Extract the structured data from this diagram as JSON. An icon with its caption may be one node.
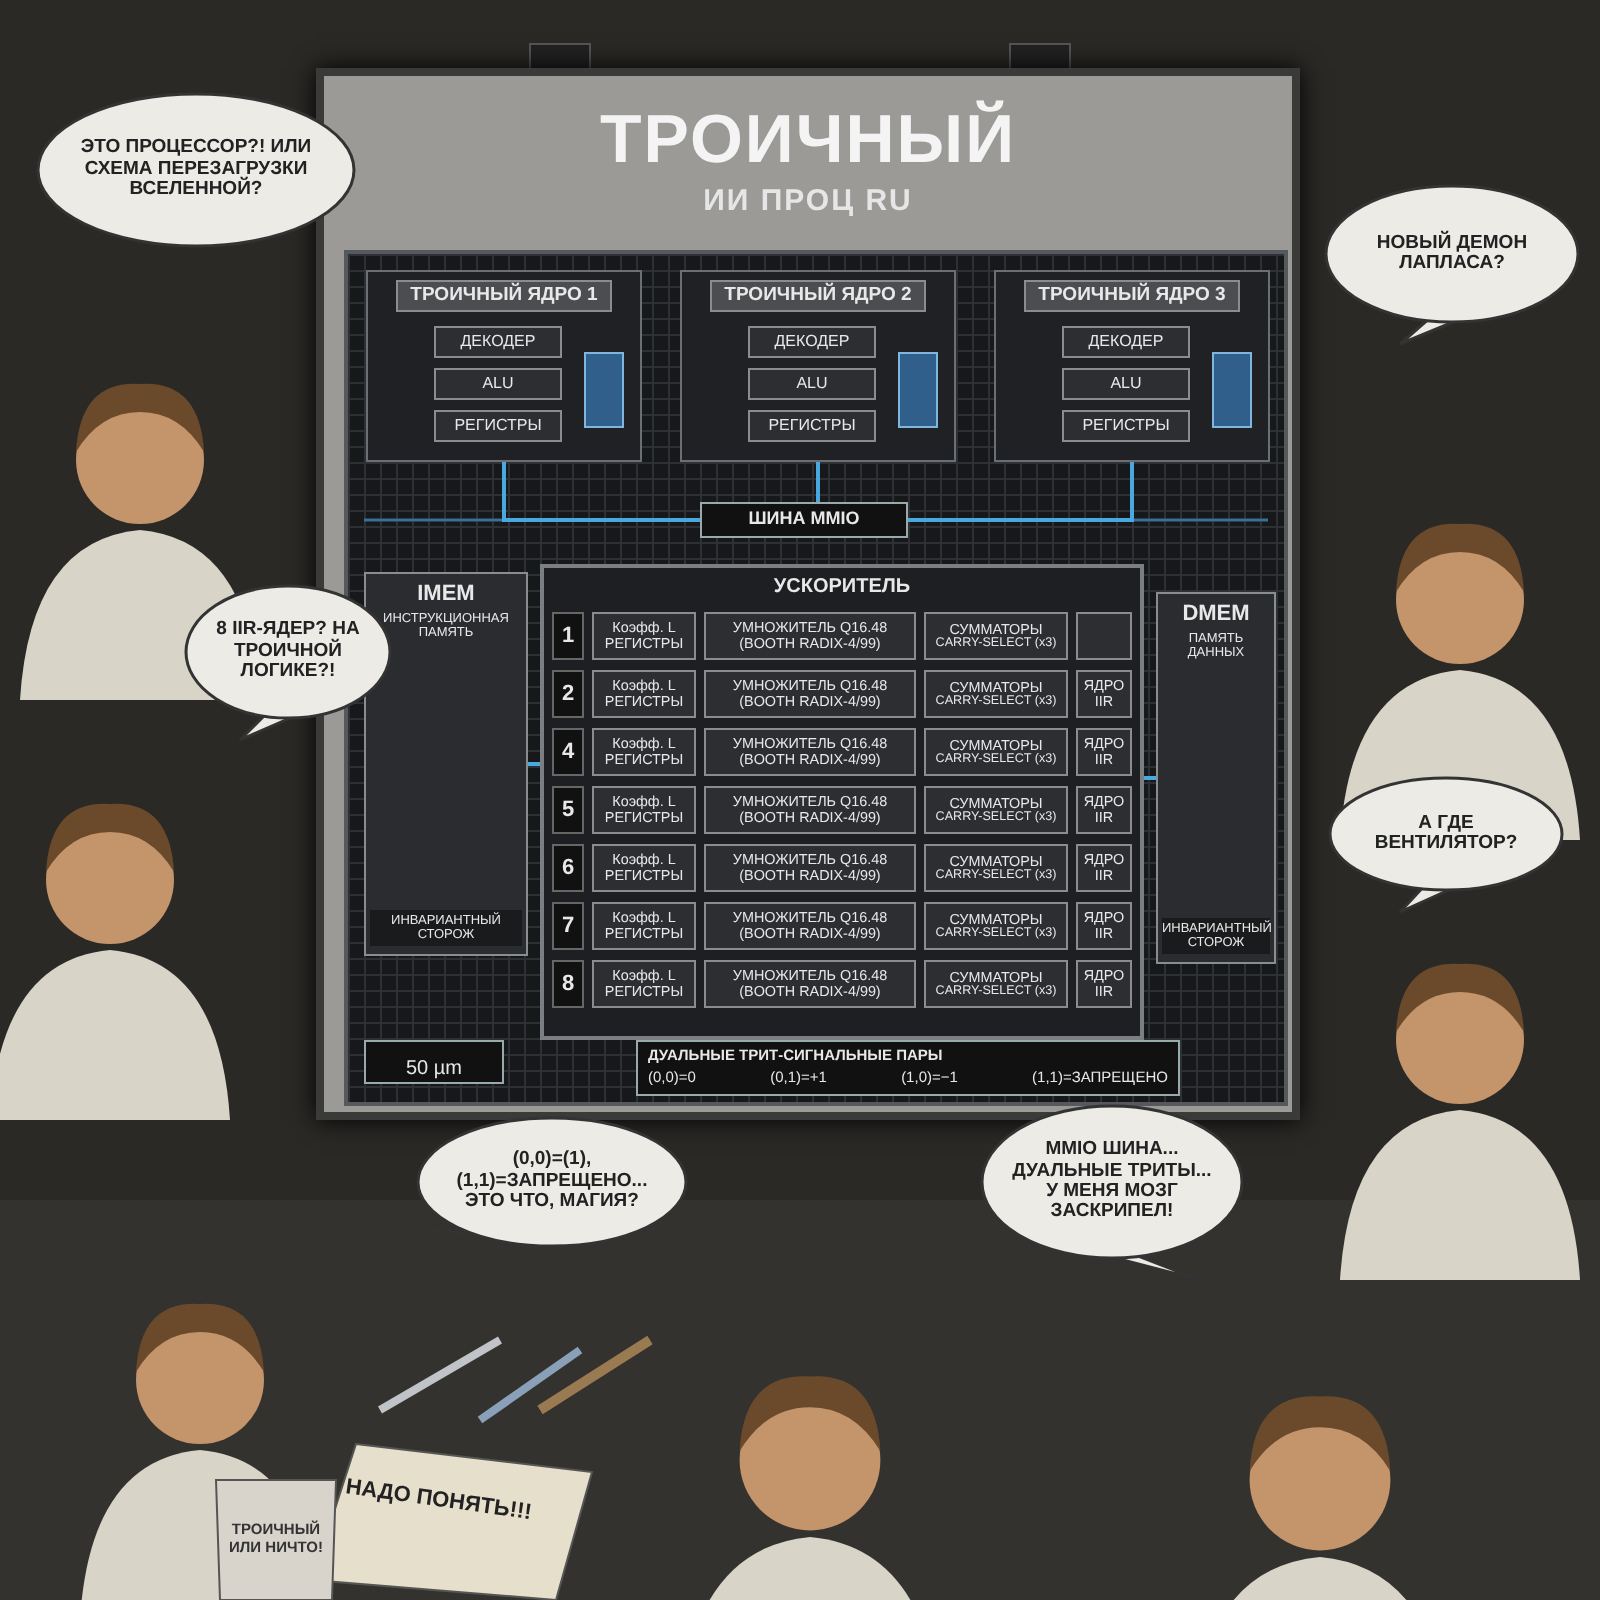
{
  "diagram": {
    "nodes": [
      {
        "text": [
          "ТРОИЧНЫЙ",
          "ИИ ПРОЦ RU"
        ]
      },
      {
        "text": [],
        "shape": "box",
        "in": 0
      },
      {
        "text": [
          "ТРОИЧНЫЙ ЯДРО 1"
        ],
        "in": 1
      },
      {
        "text": [
          "ДЕКОДЕР"
        ],
        "in": 2
      },
      {
        "text": [
          "ALU"
        ],
        "in": 2
      },
      {
        "text": [
          "РЕГИСТРЫ"
        ],
        "in": 2
      },
      {
        "text": [
          "ТРОИЧНЫЙ ЯДРО 2"
        ],
        "in": 1
      },
      {
        "text": [
          "ДЕКОДЕР"
        ],
        "in": 6
      },
      {
        "text": [
          "ALU"
        ],
        "in": 6
      },
      {
        "text": [
          "РЕГИСТРЫ"
        ],
        "in": 6
      },
      {
        "text": [
          "ТРОИЧНЫЙ ЯДРО 3"
        ],
        "in": 1
      },
      {
        "text": [
          "ДЕКОДЕР"
        ],
        "in": 10
      },
      {
        "text": [
          "ALU"
        ],
        "in": 10
      },
      {
        "text": [
          "РЕГИСТРЫ"
        ],
        "in": 10
      },
      {
        "text": [
          "ШИНА MMIO"
        ],
        "in": 1
      },
      {
        "text": [
          "IMEM",
          "ИНСТРУКЦИОННАЯ ПАМЯТЬ",
          "ИНВАРИАНТНЫЙ СТОРОЖ"
        ],
        "in": 1
      },
      {
        "text": [
          "УСКОРИТЕЛЬ"
        ],
        "in": 1
      },
      {
        "text": [
          "1"
        ],
        "in": 16
      },
      {
        "text": [
          "Коэфф. L РЕГИСТРЫ"
        ],
        "in": 16
      },
      {
        "text": [
          "УМНОЖИТЕЛЬ Q16.48 (BOOTH RADIX-4/99)"
        ],
        "in": 16
      },
      {
        "text": [
          "СУММАТОРЫ",
          "CARRY-SELECT (x3)"
        ],
        "in": 16
      },
      {
        "text": [],
        "shape": "box",
        "in": 16
      },
      {
        "text": [
          "2"
        ],
        "in": 16
      },
      {
        "text": [
          "Коэфф. L РЕГИСТРЫ"
        ],
        "in": 16
      },
      {
        "text": [
          "УМНОЖИТЕЛЬ Q16.48 (BOOTH RADIX-4/99)"
        ],
        "in": 16
      },
      {
        "text": [
          "СУММАТОРЫ",
          "CARRY-SELECT (x3)"
        ],
        "in": 16
      },
      {
        "text": [
          "ЯДРО IIR"
        ],
        "in": 16
      },
      {
        "text": [
          "4"
        ],
        "in": 16
      },
      {
        "text": [
          "Коэфф. L РЕГИСТРЫ"
        ],
        "in": 16
      },
      {
        "text": [
          "УМНОЖИТЕЛЬ Q16.48 (BOOTH RADIX-4/99)"
        ],
        "in": 16
      },
      {
        "text": [
          "СУММАТОРЫ",
          "CARRY-SELECT (x3)"
        ],
        "in": 16
      },
      {
        "text": [
          "ЯДРО IIR"
        ],
        "in": 16
      },
      {
        "text": [
          "5"
        ],
        "in": 16
      },
      {
        "text": [
          "Коэфф. L РЕГИСТРЫ"
        ],
        "in": 16
      },
      {
        "text": [
          "УМНОЖИТЕЛЬ Q16.48 (BOOTH RADIX-4/99)"
        ],
        "in": 16
      },
      {
        "text": [
          "СУММАТОРЫ",
          "CARRY-SELECT (x3)"
        ],
        "in": 16
      },
      {
        "text": [
          "ЯДРО IIR"
        ],
        "in": 16
      },
      {
        "text": [
          "6"
        ],
        "in": 16
      },
      {
        "text": [
          "Коэфф. L РЕГИСТРЫ"
        ],
        "in": 16
      },
      {
        "text": [
          "УМНОЖИТЕЛЬ Q16.48 (BOOTH RADIX-4/99)"
        ],
        "in": 16
      },
      {
        "text": [
          "СУММАТОРЫ",
          "CARRY-SELECT (x3)"
        ],
        "in": 16
      },
      {
        "text": [
          "ЯДРО IIR"
        ],
        "in": 16
      },
      {
        "text": [
          "7"
        ],
        "in": 16
      },
      {
        "text": [
          "Коэфф. L РЕГИСТРЫ"
        ],
        "in": 16
      },
      {
        "text": [
          "УМНОЖИТЕЛЬ Q16.48 (BOOTH RADIX-4/99)"
        ],
        "in": 16
      },
      {
        "text": [
          "СУММАТОРЫ",
          "CARRY-SELECT (x3)"
        ],
        "in": 16
      },
      {
        "text": [
          "ЯДРО IIR"
        ],
        "in": 16
      },
      {
        "text": [
          "8"
        ],
        "in": 16
      },
      {
        "text": [
          "Коэфф. L РЕГИСТРЫ"
        ],
        "in": 16
      },
      {
        "text": [
          "УМНОЖИТЕЛЬ Q16.48 (BOOTH RADIX-4/99)"
        ],
        "in": 16
      },
      {
        "text": [
          "СУММАТОРЫ",
          "CARRY-SELECT (x3)"
        ],
        "in": 16
      },
      {
        "text": [
          "ЯДРО IIR"
        ],
        "in": 16
      },
      {
        "text": [
          "DMEM",
          "ПАМЯТЬ ДАННЫХ",
          "ИНВАРИАНТНЫЙ СТОРОЖ"
        ],
        "in": 1
      },
      {
        "text": [
          "ДУАЛЬНЫЕ ТРИТ-СИГНАЛЬНЫЕ ПАРЫ",
          "(0,0)=0",
          "(0,1)=+1",
          "(1,0)=−1",
          "(1,1)=ЗАПРЕЩЕНО"
        ],
        "in": 1
      },
      {
        "text": [
          "ЭТО ПРОЦЕССОР?! ИЛИ СХЕМА ПЕРЕЗАГРУЗКИ ВСЕЛЕННОЙ?"
        ]
      },
      {
        "text": [
          "НОВЫЙ ДЕМОН ЛАПЛАСА?"
        ]
      },
      {
        "text": [
          "8 IIR-ЯДЕР? НА ТРОИЧНОЙ ЛОГИКЕ?!"
        ]
      },
      {
        "text": [
          "А ГДЕ ВЕНТИЛЯТОР?"
        ]
      },
      {
        "text": [
          "(0,0)=(1), (1,1)=ЗАПРЕЩЕНО... ЭТО ЧТО, МАГИЯ?"
        ]
      },
      {
        "text": [
          "MMIO ШИНА... ДУАЛЬНЫЕ ТРИТЫ... У МЕНЯ МОЗГ ЗАСКРИПЕЛ!"
        ]
      }
    ],
    "edges": [
      {
        "from": 2,
        "to": 14,
        "arrow": "none",
        "color": "#4aa8e0"
      },
      {
        "from": 6,
        "to": 14,
        "arrow": "none",
        "color": "#4aa8e0"
      },
      {
        "from": 10,
        "to": 14,
        "arrow": "none",
        "color": "#4aa8e0"
      },
      {
        "from": 15,
        "to": 16,
        "arrow": "none",
        "color": "#4aa8e0"
      },
      {
        "from": 16,
        "to": 52,
        "arrow": "none",
        "color": "#4aa8e0"
      }
    ],
    "labels": [
      "50 µm",
      "НАДО ПОНЯТЬ!!!",
      "ТРОИЧНЫЙ ИЛИ НИЧТО!"
    ]
  }
}
